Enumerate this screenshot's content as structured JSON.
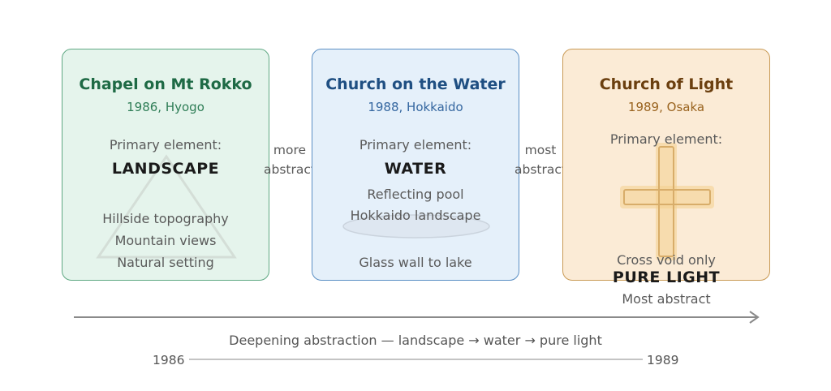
{
  "cards": [
    {
      "title": "Chapel on Mt Rokko",
      "year_place": "1986, Hyogo",
      "element_label": "Primary element:",
      "element": "LANDSCAPE",
      "lines": [
        "Hillside topography",
        "Mountain views",
        "Natural setting"
      ],
      "accent": "#1e6a45",
      "fill": "#e5f4ec"
    },
    {
      "title": "Church on the Water",
      "year_place": "1988, Hokkaido",
      "element_label": "Primary element:",
      "element": "WATER",
      "lines": [
        "Reflecting pool",
        "Hokkaido landscape",
        "Glass wall to lake"
      ],
      "accent": "#1f4f82",
      "fill": "#e5f0fa"
    },
    {
      "title": "Church of Light",
      "year_place": "1989, Osaka",
      "element_label": "Primary element:",
      "element": "PURE LIGHT",
      "lines": [
        "Cross void only",
        "Most abstract"
      ],
      "accent": "#6b3f0f",
      "fill": "#fbebd6"
    }
  ],
  "connectors": [
    {
      "line1": "more",
      "line2": "abstract"
    },
    {
      "line1": "most",
      "line2": "abstract"
    }
  ],
  "timeline": {
    "caption": "Deepening abstraction — landscape → water → pure light",
    "start": "1986",
    "end": "1989"
  }
}
